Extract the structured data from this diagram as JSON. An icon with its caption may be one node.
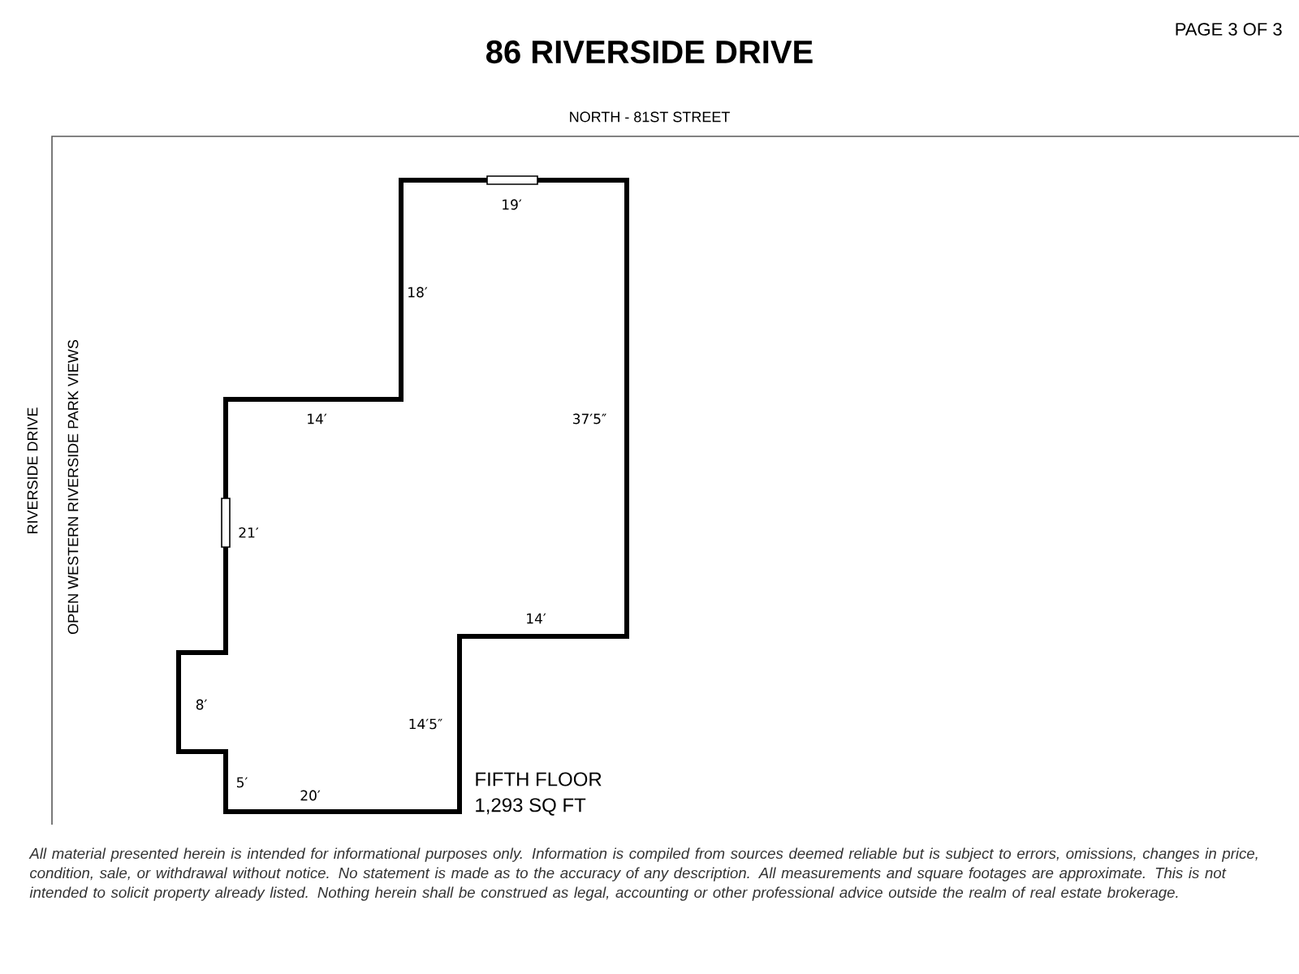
{
  "diagram": {
    "title": "86 RIVERSIDE DRIVE",
    "labels": [
      "PAGE 3 OF 3",
      "NORTH - 81ST STREET",
      "RIVERSIDE DRIVE",
      "OPEN WESTERN RIVERSIDE PARK VIEWS",
      "19′",
      "18′",
      "14′",
      "37′5″",
      "21′",
      "14′",
      "8′",
      "14′5″",
      "5′",
      "20′",
      "FIFTH FLOOR",
      "1,293 SQ FT",
      "All material presented herein is intended for informational purposes only. Information is compiled from sources deemed reliable but is subject to errors, omissions, changes in price, condition, sale, or withdrawal without notice. No statement is made as to the accuracy of any description. All measurements and square footages are approximate. This is not intended to solicit property already listed. Nothing herein shall be construed as legal, accounting or other professional advice outside the realm of real estate brokerage."
    ]
  }
}
